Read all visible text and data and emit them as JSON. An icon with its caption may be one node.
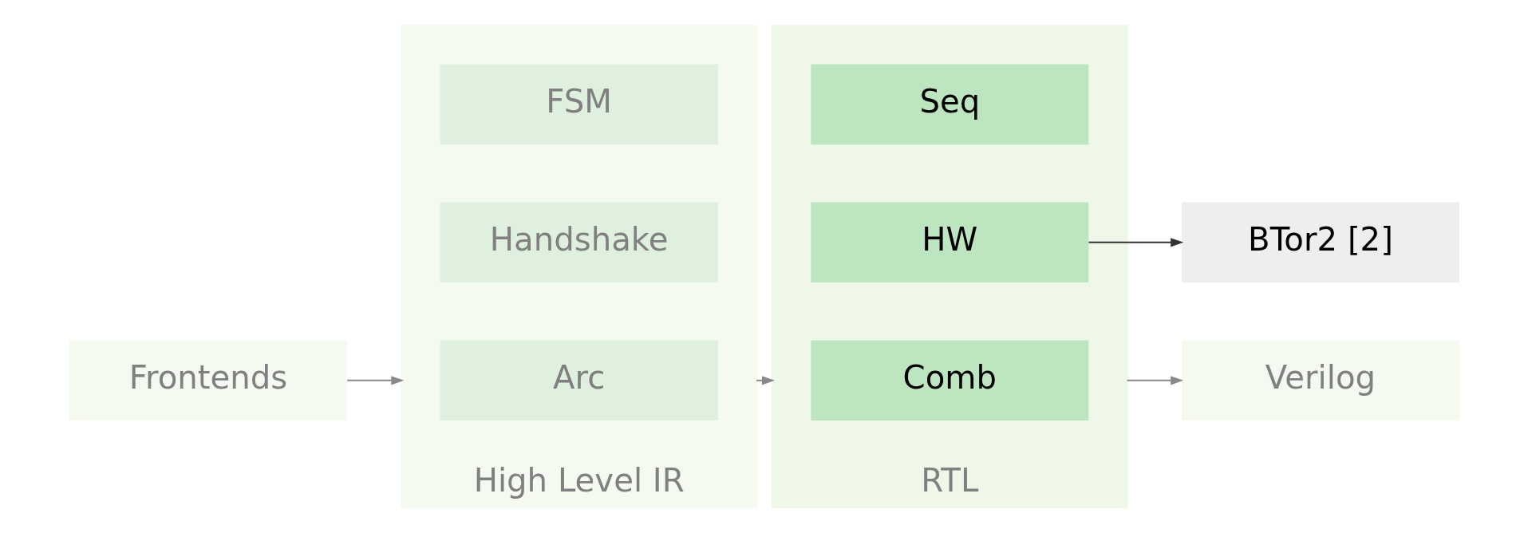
{
  "diagram": {
    "nodes": [
      {
        "text": [
          "Frontends"
        ]
      },
      {
        "text": [
          "High Level IR"
        ]
      },
      {
        "text": [
          "FSM"
        ],
        "in": 1
      },
      {
        "text": [
          "Handshake"
        ],
        "in": 1
      },
      {
        "text": [
          "Arc"
        ],
        "in": 1
      },
      {
        "text": [
          "RTL"
        ]
      },
      {
        "text": [
          "Seq"
        ],
        "in": 5
      },
      {
        "text": [
          "HW"
        ],
        "in": 5
      },
      {
        "text": [
          "Comb"
        ],
        "in": 5
      },
      {
        "text": [
          "Verilog"
        ]
      },
      {
        "text": [
          "BTor2 [2]"
        ]
      }
    ],
    "edges": [
      {
        "from": 0,
        "to": 1,
        "arrow": "to"
      },
      {
        "from": 1,
        "to": 5,
        "arrow": "to"
      },
      {
        "from": 5,
        "to": 9,
        "arrow": "to"
      },
      {
        "from": 7,
        "to": 10,
        "arrow": "to",
        "color": "#333333"
      }
    ]
  }
}
